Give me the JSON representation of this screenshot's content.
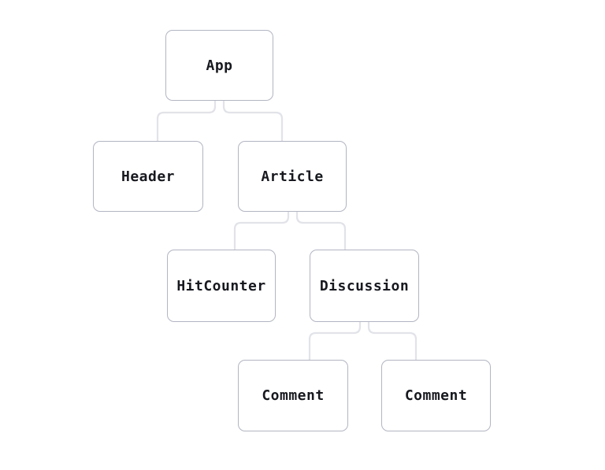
{
  "diagram": {
    "type": "component-tree",
    "nodes": [
      {
        "id": "app",
        "label": "App"
      },
      {
        "id": "header",
        "label": "Header"
      },
      {
        "id": "article",
        "label": "Article"
      },
      {
        "id": "hitcounter",
        "label": "HitCounter"
      },
      {
        "id": "discussion",
        "label": "Discussion"
      },
      {
        "id": "comment-1",
        "label": "Comment"
      },
      {
        "id": "comment-2",
        "label": "Comment"
      }
    ],
    "edges": [
      {
        "from": "App",
        "to": "Header"
      },
      {
        "from": "App",
        "to": "Article"
      },
      {
        "from": "Article",
        "to": "HitCounter"
      },
      {
        "from": "Article",
        "to": "Discussion"
      },
      {
        "from": "Discussion",
        "to": "Comment"
      },
      {
        "from": "Discussion",
        "to": "Comment"
      }
    ],
    "colors": {
      "background": "#ffffff",
      "node_border": "#b2b5c2",
      "node_background": "#ffffff",
      "node_text": "#17191f",
      "connector": "#e2e3e9"
    }
  }
}
